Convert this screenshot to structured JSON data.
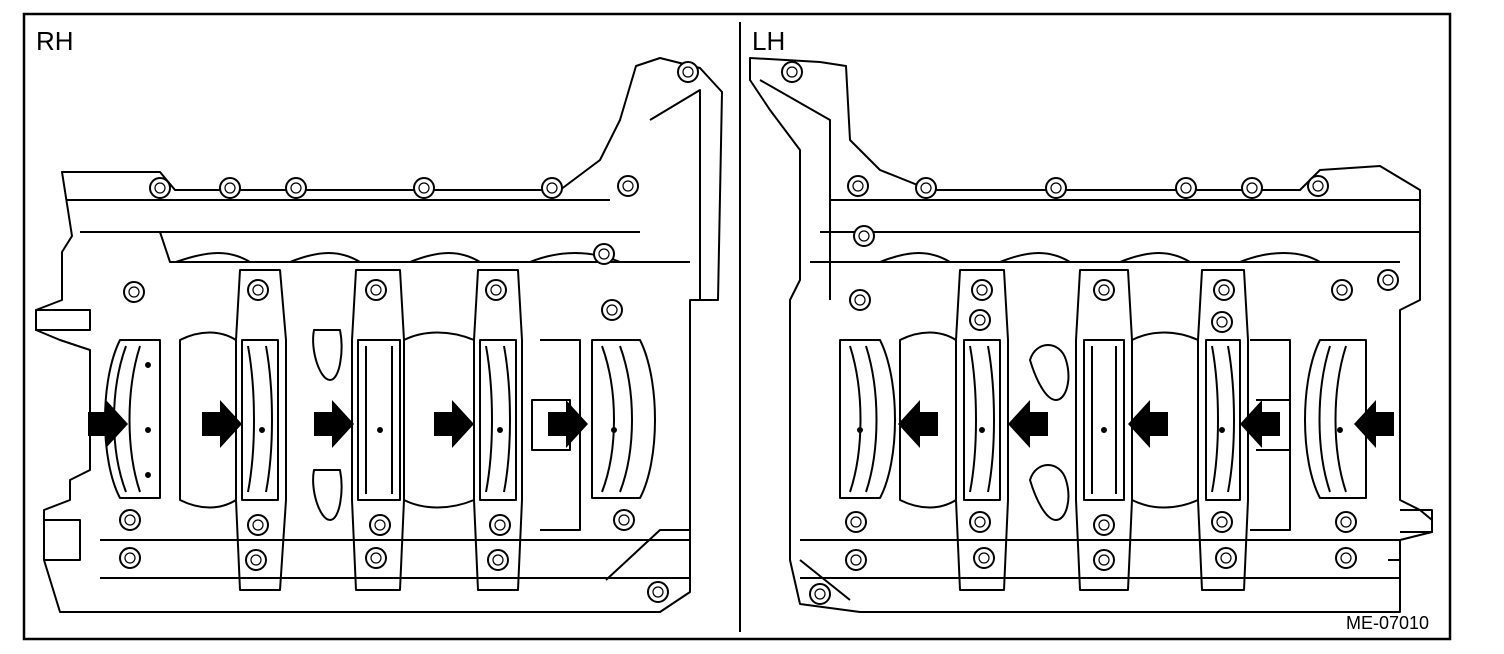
{
  "labels": {
    "right_panel": "RH",
    "left_panel": "LH",
    "figure_code": "ME-07010"
  },
  "panels": [
    {
      "name": "rh-engine-block-half",
      "arrow_direction": "right",
      "bearing_count": 5
    },
    {
      "name": "lh-engine-block-half",
      "arrow_direction": "left",
      "bearing_count": 5
    }
  ],
  "colors": {
    "line": "#000000",
    "background": "#ffffff"
  }
}
